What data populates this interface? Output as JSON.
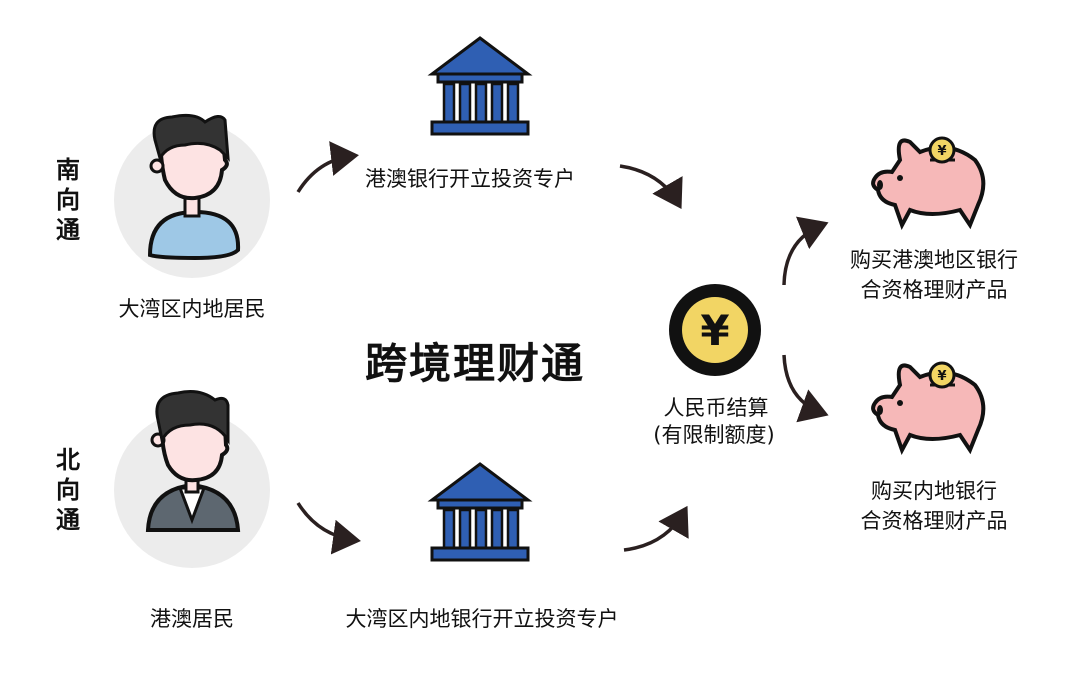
{
  "title": "跨境理财通",
  "southbound": {
    "direction_label": "南向通",
    "person_label": "大湾区内地居民",
    "bank_label": "港澳银行开立投资专户",
    "product_label_line1": "购买港澳地区银行",
    "product_label_line2": "合资格理财产品"
  },
  "northbound": {
    "direction_label": "北向通",
    "person_label": "港澳居民",
    "bank_label": "大湾区内地银行开立投资专户",
    "product_label_line1": "购买内地银行",
    "product_label_line2": "合资格理财产品"
  },
  "settlement": {
    "symbol": "¥",
    "line1": "人民币结算",
    "line2": "(有限制额度)"
  },
  "colors": {
    "bank": "#2f5fb3",
    "coin": "#f2d564",
    "pig": "#f6b8b8",
    "shirt": "#9ec8e6",
    "suit": "#5d6770",
    "skin": "#fde3e3",
    "circle": "#ececec"
  }
}
